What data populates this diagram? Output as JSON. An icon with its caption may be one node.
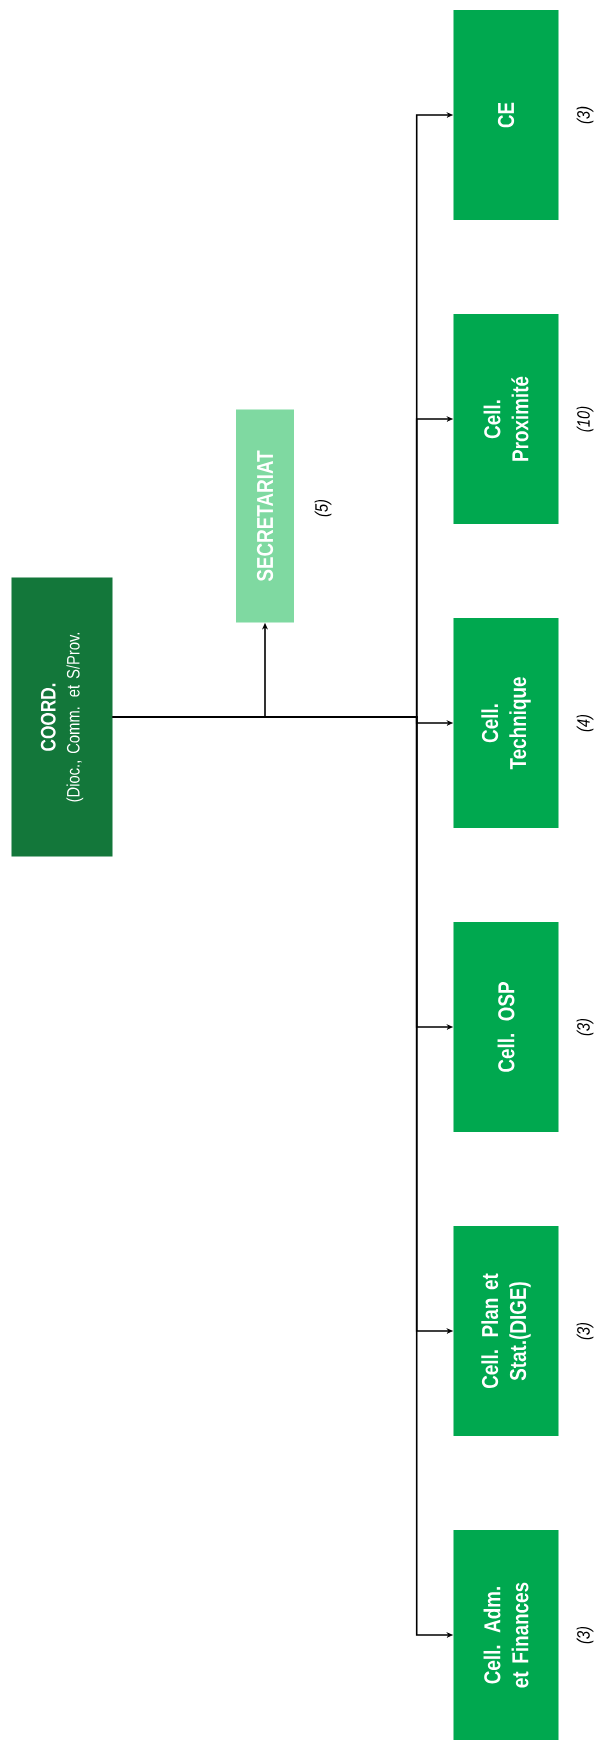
{
  "diagram": {
    "nodes": [
      {
        "text": [
          "COORD.",
          "(Dioc., Comm. et S/Prov."
        ]
      },
      {
        "text": [
          "SECRETARIAT"
        ],
        "beside": [
          "(5)"
        ]
      },
      {
        "text": [
          "Cell. Adm. et Finances"
        ],
        "beside": [
          "(3)"
        ]
      },
      {
        "text": [
          "Cell. Plan et Stat.(DIGE)"
        ],
        "beside": [
          "(3)"
        ]
      },
      {
        "text": [
          "Cell. OSP"
        ],
        "beside": [
          "(3)"
        ]
      },
      {
        "text": [
          "Cell. Technique"
        ],
        "beside": [
          "(4)"
        ]
      },
      {
        "text": [
          "Cell. Proximité"
        ],
        "beside": [
          "(10)"
        ]
      },
      {
        "text": [
          "CE"
        ],
        "beside": [
          "(3)"
        ]
      }
    ],
    "edges": [
      {
        "from": 0,
        "to": 1,
        "arrow": "to"
      },
      {
        "from": 0,
        "to": 2,
        "arrow": "to"
      },
      {
        "from": 0,
        "to": 3,
        "arrow": "to"
      },
      {
        "from": 0,
        "to": 4,
        "arrow": "to"
      },
      {
        "from": 0,
        "to": 5,
        "arrow": "to"
      },
      {
        "from": 0,
        "to": 6,
        "arrow": "to"
      },
      {
        "from": 0,
        "to": 7,
        "arrow": "to"
      }
    ]
  }
}
